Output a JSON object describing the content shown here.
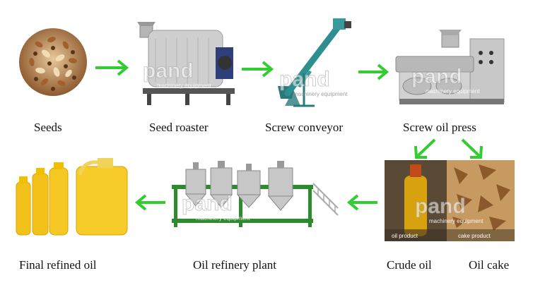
{
  "steps": {
    "seeds": "Seeds",
    "roaster": "Seed roaster",
    "conveyor": "Screw conveyor",
    "press": "Screw oil press",
    "crude": "Crude oil",
    "cake": "Oil cake",
    "refinery": "Oil refinery plant",
    "final": "Final refined oil"
  },
  "photo_captions": {
    "crude": "oil product",
    "cake": "cake product"
  },
  "watermark": {
    "brand": "pand",
    "sub": "machinery equipment"
  },
  "colors": {
    "arrow": "#33cc33",
    "machine_grey": "#c8c8c8",
    "oil_yellow": "#f2c21a"
  }
}
